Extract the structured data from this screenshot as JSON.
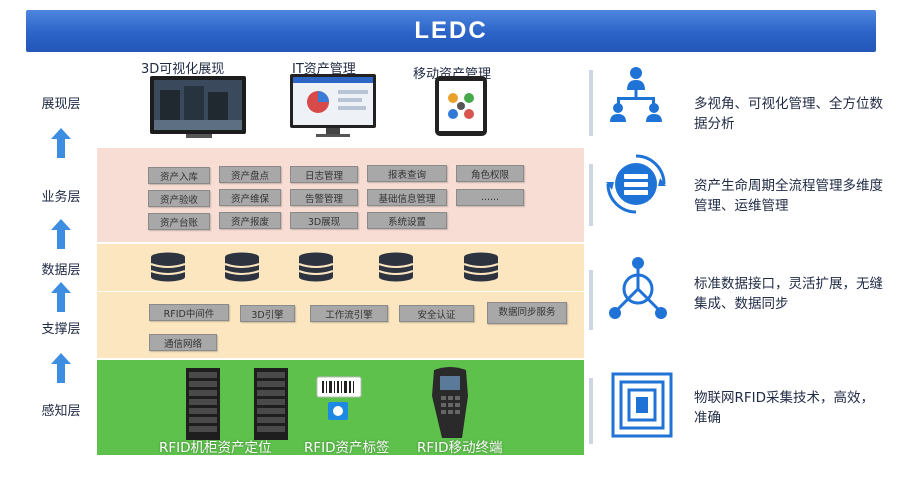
{
  "header": {
    "logo": "LEDC"
  },
  "layers": {
    "presentation": "展现层",
    "business": "业务层",
    "data": "数据层",
    "support": "支撑层",
    "perception": "感知层"
  },
  "presentation_apps": [
    {
      "label": "3D可视化展现"
    },
    {
      "label": "IT资产管理"
    },
    {
      "label": "移动资产管理"
    }
  ],
  "business_modules": [
    "资产入库",
    "资产盘点",
    "日志管理",
    "报表查询",
    "角色权限",
    "资产验收",
    "资产维保",
    "告警管理",
    "基础信息管理",
    "......",
    "资产台账",
    "资产报废",
    "3D展现",
    "系统设置"
  ],
  "support_modules": [
    "RFID中间件",
    "3D引擎",
    "工作流引擎",
    "安全认证",
    "数据同步服务",
    "通信网络"
  ],
  "perception_items": [
    {
      "label": "RFID机柜资产定位"
    },
    {
      "label": "RFID资产标签"
    },
    {
      "label": "RFID移动终端"
    }
  ],
  "features": [
    {
      "icon": "hierarchy-icon",
      "text": "多视角、可视化管理、全方位数据分析"
    },
    {
      "icon": "server-cycle-icon",
      "text": "资产生命周期全流程管理多维度管理、运维管理"
    },
    {
      "icon": "network-hub-icon",
      "text": "标准数据接口，灵活扩展，无缝集成、数据同步"
    },
    {
      "icon": "rfid-square-icon",
      "text": "物联网RFID采集技术，高效，准确"
    }
  ],
  "colors": {
    "banner": "#2b63c7",
    "accent_blue": "#1f73d6",
    "arrow_blue": "#3d8ee0",
    "business_band": "#f8ddd5",
    "data_band": "#fbe6c0",
    "perception_band": "#5ec14c",
    "module_gray": "#a8a8a8"
  }
}
